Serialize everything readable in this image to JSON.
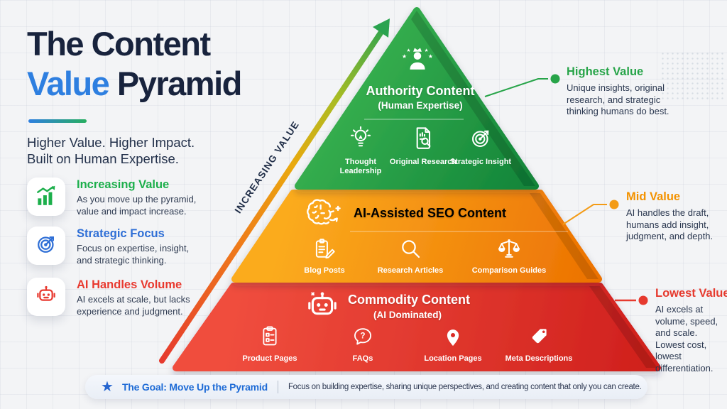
{
  "title": {
    "line1": "The Content",
    "line2_highlight": "Value",
    "line2_rest": " Pyramid",
    "subtitle": "Higher Value. Higher Impact.\nBuilt on Human Expertise."
  },
  "colors": {
    "navy": "#18233d",
    "blue": "#2e7fe0",
    "green": "#27a449",
    "orange": "#f39b16",
    "red": "#e63a2e",
    "tier_green": [
      "#3eb853",
      "#108238"
    ],
    "tier_orange": [
      "#fbab1e",
      "#ec7102"
    ],
    "tier_red": [
      "#f04e3e",
      "#cf1f1c"
    ]
  },
  "sidebar": {
    "items": [
      {
        "icon": "bar-chart-growth-icon",
        "heading": "Increasing Value",
        "body": "As you move up the pyramid, value and impact increase."
      },
      {
        "icon": "target-icon",
        "heading": "Strategic Focus",
        "body": "Focus on expertise, insight, and strategic thinking."
      },
      {
        "icon": "robot-icon",
        "heading": "AI Handles Volume",
        "body": "AI excels at scale, but lacks experience and judgment."
      }
    ]
  },
  "arrow_label": "INCREASING VALUE",
  "pyramid": {
    "tiers": [
      {
        "icon": "person-crown-icon",
        "title": "Authority Content",
        "subtitle": "(Human Expertise)",
        "items": [
          {
            "icon": "lightbulb-icon",
            "label": "Thought Leadership"
          },
          {
            "icon": "document-search-icon",
            "label": "Original Research"
          },
          {
            "icon": "target-arrow-icon",
            "label": "Strategic Insight"
          }
        ]
      },
      {
        "icon": "brain-icon",
        "title": "AI-Assisted SEO Content",
        "items": [
          {
            "icon": "clipboard-pencil-icon",
            "label": "Blog Posts"
          },
          {
            "icon": "magnifier-icon",
            "label": "Research Articles"
          },
          {
            "icon": "scales-icon",
            "label": "Comparison Guides"
          }
        ]
      },
      {
        "icon": "robot-icon",
        "title": "Commodity Content",
        "subtitle": "(AI Dominated)",
        "items": [
          {
            "icon": "clipboard-icon",
            "label": "Product Pages"
          },
          {
            "icon": "chat-question-icon",
            "label": "FAQs"
          },
          {
            "icon": "location-pin-icon",
            "label": "Location Pages"
          },
          {
            "icon": "tag-icon",
            "label": "Meta Descriptions"
          }
        ]
      }
    ]
  },
  "callouts": [
    {
      "heading": "Highest Value",
      "body": "Unique insights, original research, and strategic thinking humans do best."
    },
    {
      "heading": "Mid Value",
      "body": "AI handles the draft, humans add insight, judgment, and depth."
    },
    {
      "heading": "Lowest Value",
      "body": "AI excels at volume, speed, and scale. Lowest cost, lowest differentiation."
    }
  ],
  "footer": {
    "icon": "star-icon",
    "goal": "The Goal: Move Up the Pyramid",
    "description": "Focus on building expertise, sharing unique perspectives, and creating content that only you can create."
  }
}
